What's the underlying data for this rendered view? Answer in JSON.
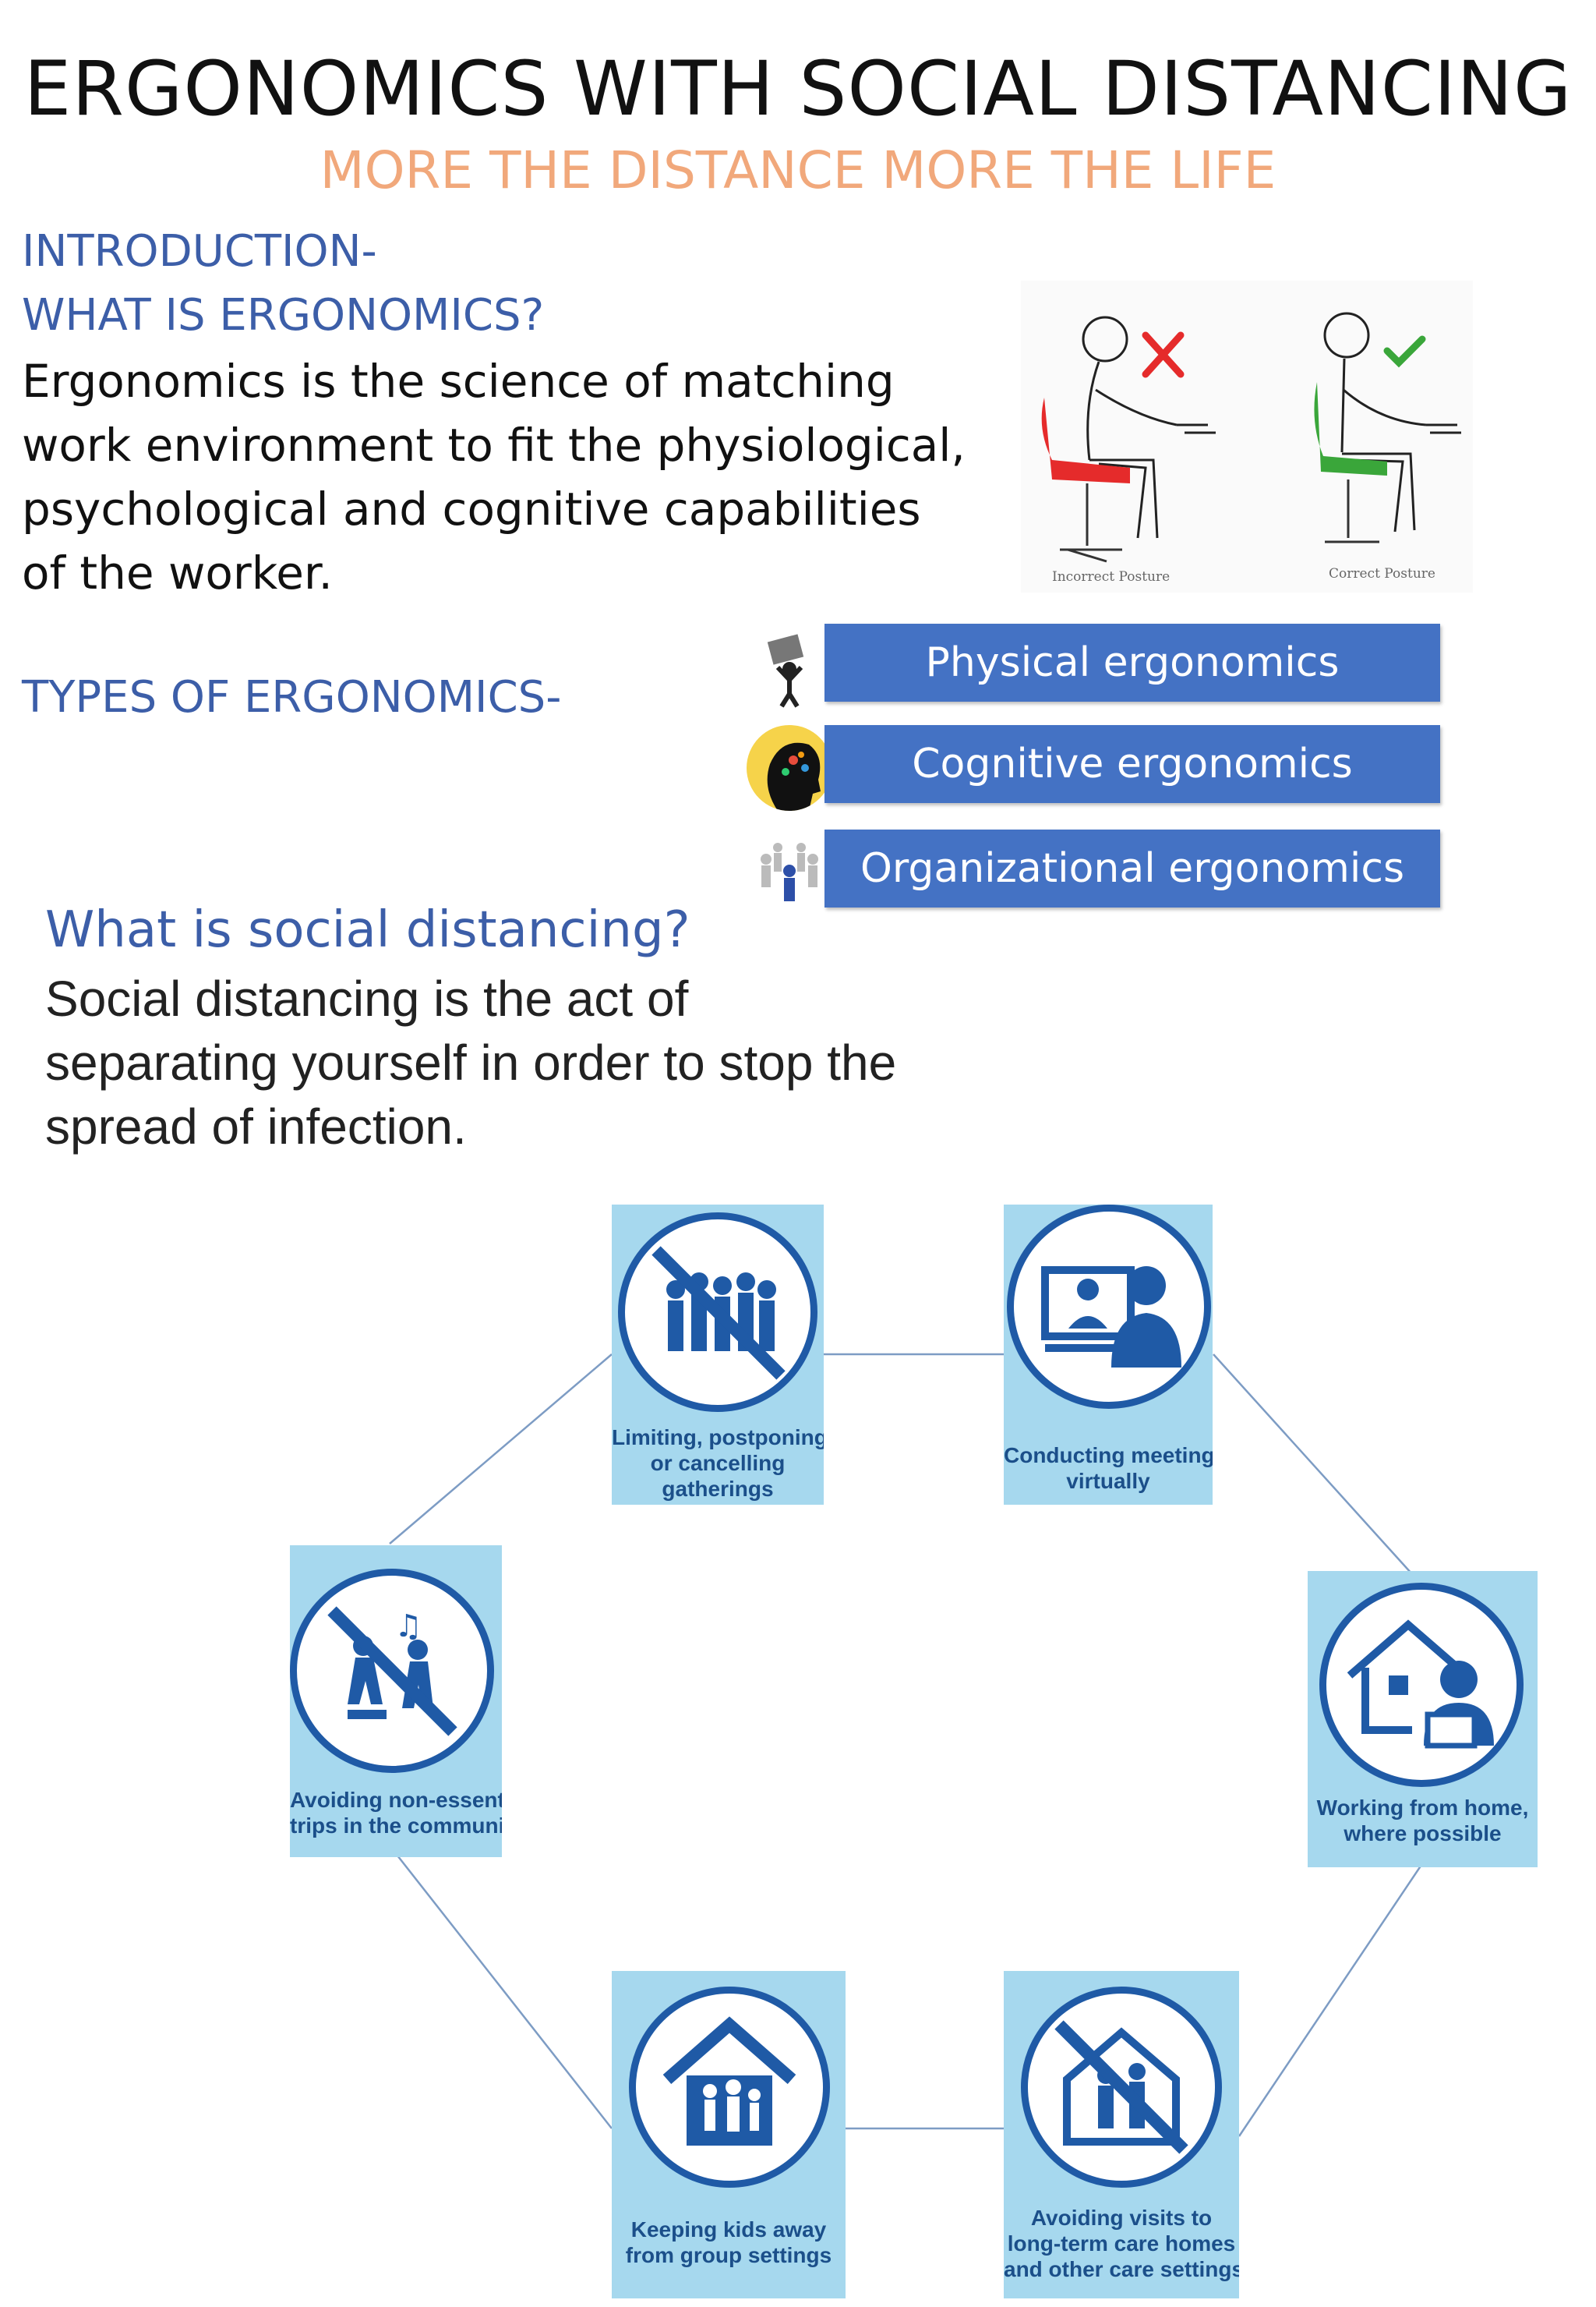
{
  "header": {
    "title": "ERGONOMICS WITH SOCIAL DISTANCING",
    "subtitle": "MORE THE DISTANCE MORE THE LIFE"
  },
  "intro": {
    "heading1": "INTRODUCTION-",
    "heading2": "WHAT IS ERGONOMICS?",
    "body_lines": [
      "Ergonomics is the science of matching",
      "work environment to fit the physiological,",
      "psychological and cognitive capabilities",
      "of the worker."
    ]
  },
  "posture": {
    "incorrect_label": "Incorrect Posture",
    "correct_label": "Correct Posture",
    "incorrect_color": "#e52b2b",
    "correct_color": "#3aa63a"
  },
  "types": {
    "heading": "TYPES OF ERGONOMICS-",
    "items": [
      {
        "label": "Physical ergonomics"
      },
      {
        "label": "Cognitive ergonomics"
      },
      {
        "label": "Organizational ergonomics"
      }
    ],
    "bar_color": "#4472c4"
  },
  "social": {
    "heading": "What is social distancing?",
    "body_lines": [
      "Social distancing is the act of",
      "separating yourself in order to stop the",
      "spread of infection."
    ]
  },
  "measures": [
    {
      "lines": [
        "Limiting, postponing",
        "or cancelling",
        "gatherings"
      ],
      "icon": "crowd-prohibited-icon"
    },
    {
      "lines": [
        "Conducting meetings",
        "virtually"
      ],
      "icon": "virtual-meeting-icon"
    },
    {
      "lines": [
        "Working from home,",
        "where possible"
      ],
      "icon": "work-from-home-icon"
    },
    {
      "lines": [
        "Avoiding visits to",
        "long-term care homes",
        "and other care settings"
      ],
      "icon": "care-home-prohibited-icon"
    },
    {
      "lines": [
        "Keeping kids away",
        "from group settings"
      ],
      "icon": "kids-at-home-icon"
    },
    {
      "lines": [
        "Avoiding non-essential",
        "trips in the community"
      ],
      "icon": "trips-prohibited-icon"
    }
  ]
}
